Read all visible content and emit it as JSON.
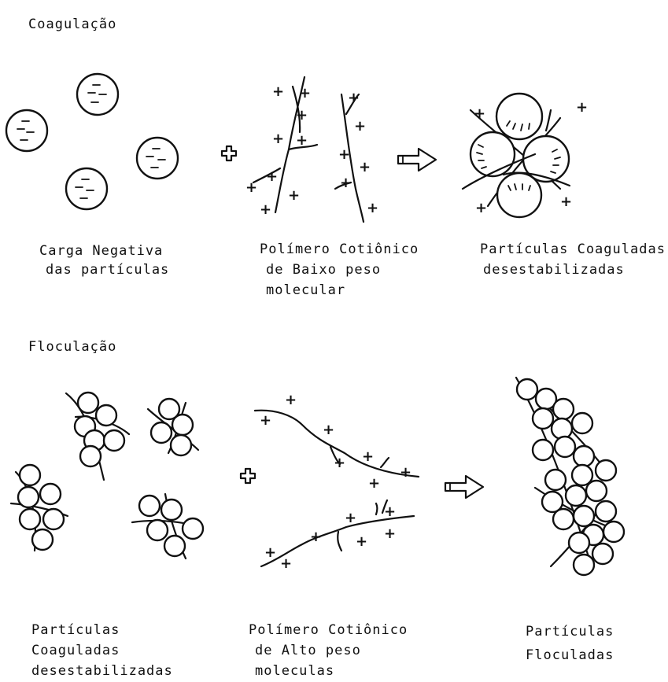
{
  "coagulation": {
    "title": "Coagulação",
    "label_particles": [
      "Carga Negativa",
      "das partículas"
    ],
    "label_polymer": [
      "Polímero Cotiônico",
      "de Baixo peso",
      "molecular"
    ],
    "label_result": [
      "Partículas Coaguladas",
      "desestabilizadas"
    ]
  },
  "flocculation": {
    "title": "Floculação",
    "label_particles": [
      "Partículas",
      "Coaguladas",
      "desestabilizadas"
    ],
    "label_polymer": [
      "Polímero Cotiônico",
      "de Alto  peso",
      "moleculas"
    ],
    "label_result": [
      "Partículas",
      "Floculadas"
    ]
  },
  "symbols": {
    "negative_charge": "−",
    "positive_charge": "+",
    "plus_operator": "plus-icon",
    "arrow": "arrow-right-icon"
  }
}
